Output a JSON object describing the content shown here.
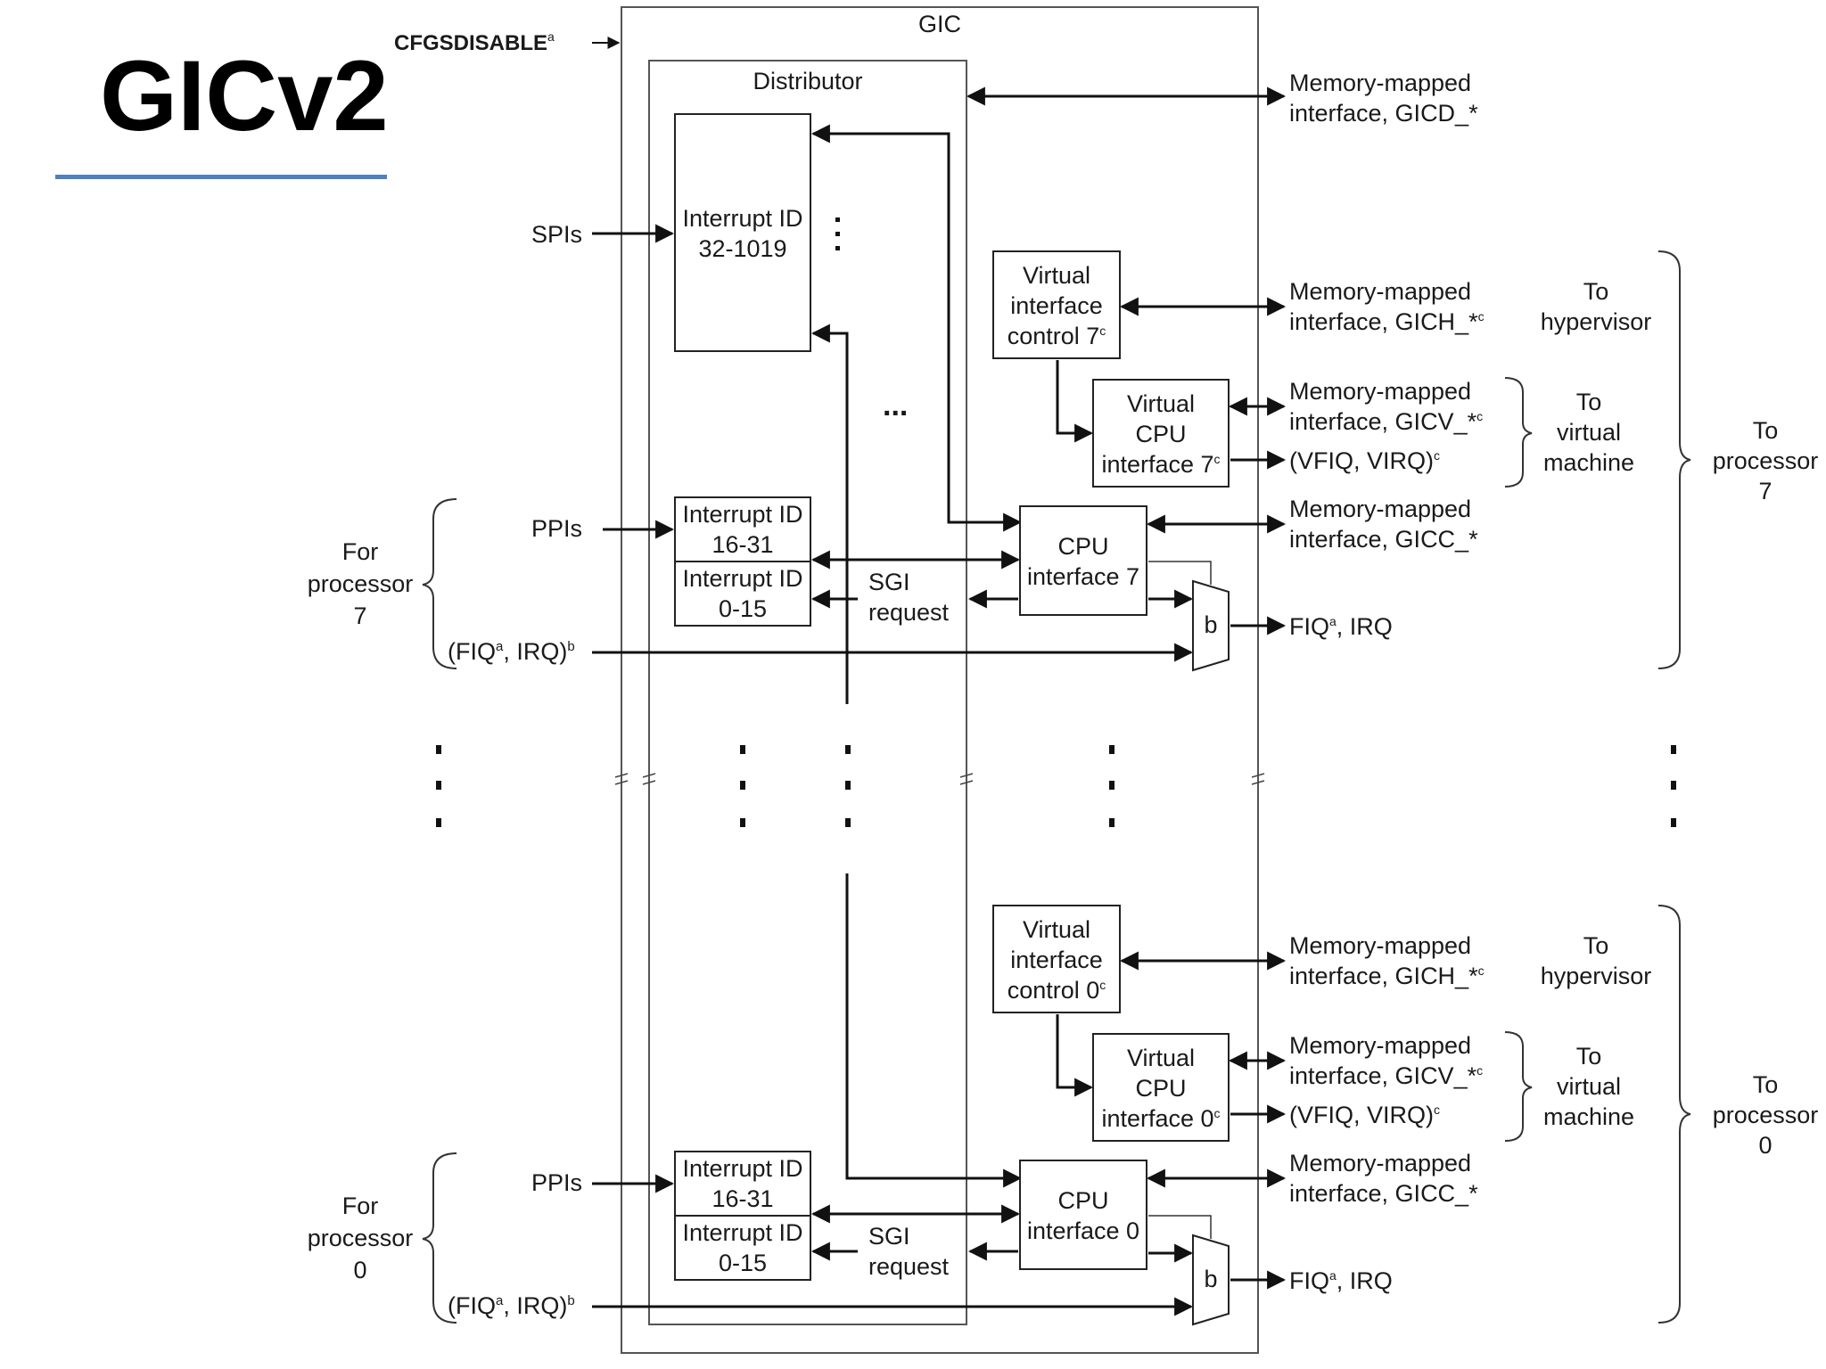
{
  "slide_title": "GICv2",
  "diagram": {
    "gic_label": "GIC",
    "distributor_label": "Distributor",
    "cfgsdisable": {
      "text": "CFGSDISABLE",
      "sup": "a"
    },
    "spis_label": "SPIs",
    "ellipsis_h": "...",
    "top_interface": {
      "line1": "Memory-mapped",
      "line2": "interface, GICD_*"
    },
    "spi_box": {
      "line1": "Interrupt ID",
      "line2": "32-1019"
    },
    "proc7": {
      "side_label": [
        "For",
        "processor",
        "7"
      ],
      "ppis_label": "PPIs",
      "ppi_box": {
        "line1": "Interrupt ID",
        "line2": "16-31"
      },
      "sgi_box": {
        "line1": "Interrupt ID",
        "line2": "0-15"
      },
      "sgi_request": [
        "SGI",
        "request"
      ],
      "fiq_in": {
        "pre": "(FIQ",
        "supa": "a",
        "mid": ", IRQ)",
        "supb": "b"
      },
      "vic": {
        "line1": "Virtual",
        "line2": "interface",
        "line3": "control 7",
        "sup": "c"
      },
      "vcpu": {
        "line1": "Virtual",
        "line2": "CPU",
        "line3": "interface 7",
        "sup": "c"
      },
      "cpu": {
        "line1": "CPU",
        "line2": "interface 7"
      },
      "mux": "b",
      "gich": {
        "line1": "Memory-mapped",
        "line2": "interface, GICH_*",
        "sup": "c"
      },
      "gicv": {
        "line1": "Memory-mapped",
        "line2": "interface, GICV_*",
        "sup": "c"
      },
      "vfiq": {
        "text": "(VFIQ, VIRQ)",
        "sup": "c"
      },
      "gicc": {
        "line1": "Memory-mapped",
        "line2": "interface, GICC_*"
      },
      "fiq_out": {
        "pre": "FIQ",
        "sup": "a",
        "post": ", IRQ"
      },
      "to_hypervisor": [
        "To",
        "hypervisor"
      ],
      "to_vm": [
        "To",
        "virtual",
        "machine"
      ],
      "to_processor": [
        "To",
        "processor",
        "7"
      ]
    },
    "proc0": {
      "side_label": [
        "For",
        "processor",
        "0"
      ],
      "ppis_label": "PPIs",
      "ppi_box": {
        "line1": "Interrupt ID",
        "line2": "16-31"
      },
      "sgi_box": {
        "line1": "Interrupt ID",
        "line2": "0-15"
      },
      "sgi_request": [
        "SGI",
        "request"
      ],
      "fiq_in": {
        "pre": "(FIQ",
        "supa": "a",
        "mid": ", IRQ)",
        "supb": "b"
      },
      "vic": {
        "line1": "Virtual",
        "line2": "interface",
        "line3": "control 0",
        "sup": "c"
      },
      "vcpu": {
        "line1": "Virtual",
        "line2": "CPU",
        "line3": "interface 0",
        "sup": "c"
      },
      "cpu": {
        "line1": "CPU",
        "line2": "interface 0"
      },
      "mux": "b",
      "gich": {
        "line1": "Memory-mapped",
        "line2": "interface, GICH_*",
        "sup": "c"
      },
      "gicv": {
        "line1": "Memory-mapped",
        "line2": "interface, GICV_*",
        "sup": "c"
      },
      "vfiq": {
        "text": "(VFIQ, VIRQ)",
        "sup": "c"
      },
      "gicc": {
        "line1": "Memory-mapped",
        "line2": "interface, GICC_*"
      },
      "fiq_out": {
        "pre": "FIQ",
        "sup": "a",
        "post": ", IRQ"
      },
      "to_hypervisor": [
        "To",
        "hypervisor"
      ],
      "to_vm": [
        "To",
        "virtual",
        "machine"
      ],
      "to_processor": [
        "To",
        "processor",
        "0"
      ]
    }
  }
}
